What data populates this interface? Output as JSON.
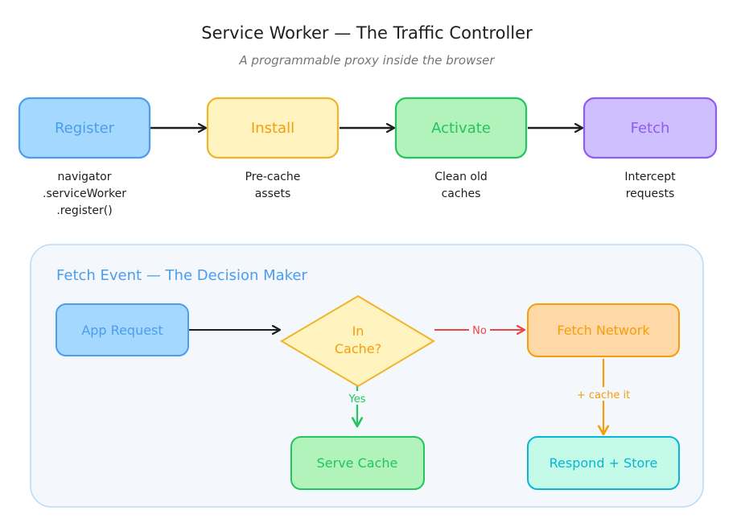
{
  "title": "Service Worker — The Traffic Controller",
  "subtitle": "A programmable proxy inside the browser",
  "lifecycle": [
    {
      "label": "Register",
      "desc": [
        "navigator",
        ".serviceWorker",
        ".register()"
      ]
    },
    {
      "label": "Install",
      "desc": [
        "Pre-cache",
        "assets"
      ]
    },
    {
      "label": "Activate",
      "desc": [
        "Clean old",
        "caches"
      ]
    },
    {
      "label": "Fetch",
      "desc": [
        "Intercept",
        "requests"
      ]
    }
  ],
  "fetch_event": {
    "title": "Fetch Event — The Decision Maker",
    "app_request": "App Request",
    "decision": [
      "In",
      "Cache?"
    ],
    "no_label": "No",
    "yes_label": "Yes",
    "fetch_network": "Fetch Network",
    "cache_it_label": "+ cache it",
    "serve_cache": "Serve Cache",
    "respond_store": "Respond + Store"
  },
  "colors": {
    "register": {
      "fill": "#a5d8ff",
      "stroke": "#4a9eed",
      "text": "#4a9eed"
    },
    "install": {
      "fill": "#fff3bf",
      "stroke": "#f0b429",
      "text": "#f59e0b"
    },
    "activate": {
      "fill": "#b2f2bb",
      "stroke": "#22c55e",
      "text": "#22c55e"
    },
    "fetch": {
      "fill": "#d0bfff",
      "stroke": "#8b5cf6",
      "text": "#8b5cf6"
    },
    "panel": {
      "fill": "#f4f7fc",
      "stroke": "#bcdcf6",
      "text": "#4a9eed"
    },
    "decision": {
      "fill": "#fff3bf",
      "stroke": "#f0b429",
      "text": "#f59e0b"
    },
    "network": {
      "fill": "#ffd8a8",
      "stroke": "#f59e0b",
      "text": "#f59e0b"
    },
    "serve": {
      "fill": "#b2f2bb",
      "stroke": "#22c55e",
      "text": "#22c55e"
    },
    "respond": {
      "fill": "#c3fae8",
      "stroke": "#06b6d4",
      "text": "#06b6d4"
    },
    "no_arrow": "#ef4444",
    "yes_arrow": "#22c55e",
    "cache_arrow": "#f59e0b"
  }
}
